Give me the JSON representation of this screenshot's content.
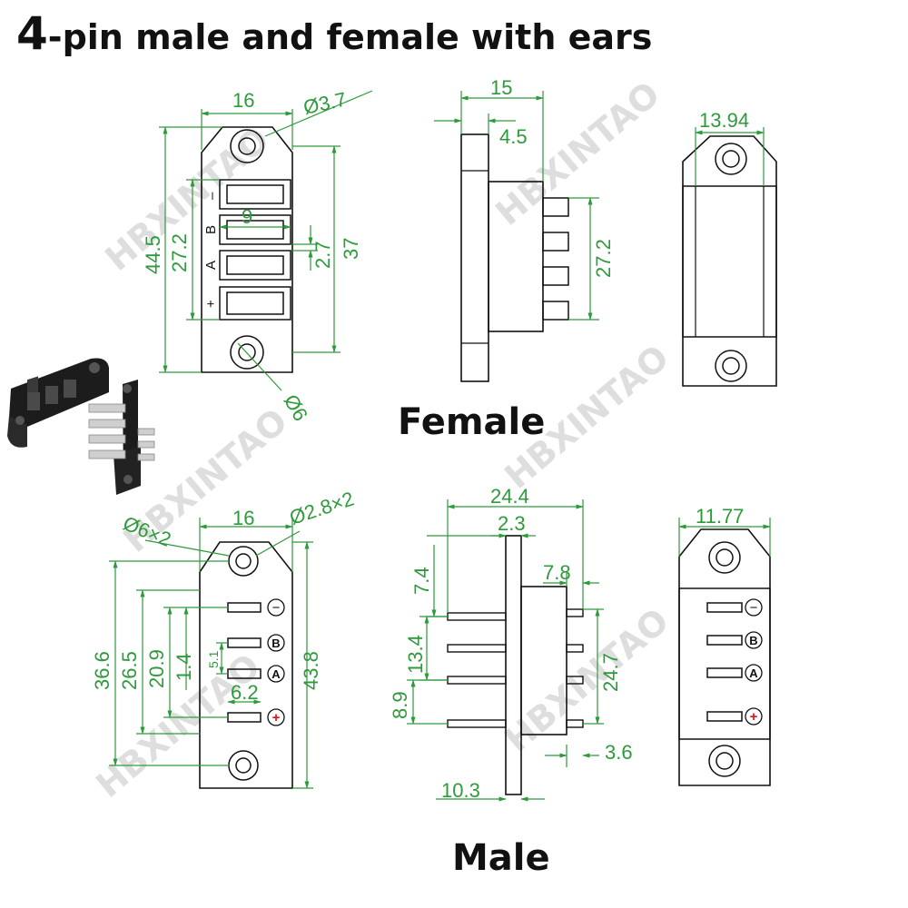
{
  "title": {
    "pin_count": "4",
    "rest": "-pin male and female with ears"
  },
  "watermark": "HBXINTAO",
  "labels": {
    "female": "Female",
    "male": "Male"
  },
  "colors": {
    "dimension": "#2e9a3c",
    "outline": "#111111",
    "watermark": "#d9d9d9",
    "photo_body": "#1c1c1c",
    "photo_pin": "#c9c9c9",
    "plus_marker": "#d11"
  },
  "female_front": {
    "width": "16",
    "hole_top": "Ø3.7",
    "hole_bottom": "Ø6",
    "height_total": "44.5",
    "slot_span": "27.2",
    "slot_width": "9",
    "slot_pitch": "2.7",
    "hole_spacing": "37",
    "pin_labels": [
      "–",
      "B",
      "A",
      "+"
    ]
  },
  "female_side": {
    "length": "15",
    "flange": "4.5",
    "pin_span": "27.2"
  },
  "female_back": {
    "width": "13.94"
  },
  "male_front": {
    "hole_left": "Ø6×2",
    "width": "16",
    "hole_right": "Ø2.8×2",
    "h_36_6": "36.6",
    "h_26_5": "26.5",
    "h_20_9": "20.9",
    "h_1_4": "1.4",
    "h_5_1": "5.1",
    "h_6_2": "6.2",
    "h_43_8": "43.8",
    "pin_labels": [
      "−",
      "B",
      "A",
      "+"
    ]
  },
  "male_side": {
    "length": "24.4",
    "flange": "2.3",
    "pin_out": "7.8",
    "top_offset": "7.4",
    "span_mid": "13.4",
    "bottom_offset": "8.9",
    "pin_span": "24.7",
    "pin_len": "3.6",
    "flange_depth": "10.3"
  },
  "male_back": {
    "width": "11.77",
    "pin_labels": [
      "−",
      "B",
      "A",
      "+"
    ]
  }
}
